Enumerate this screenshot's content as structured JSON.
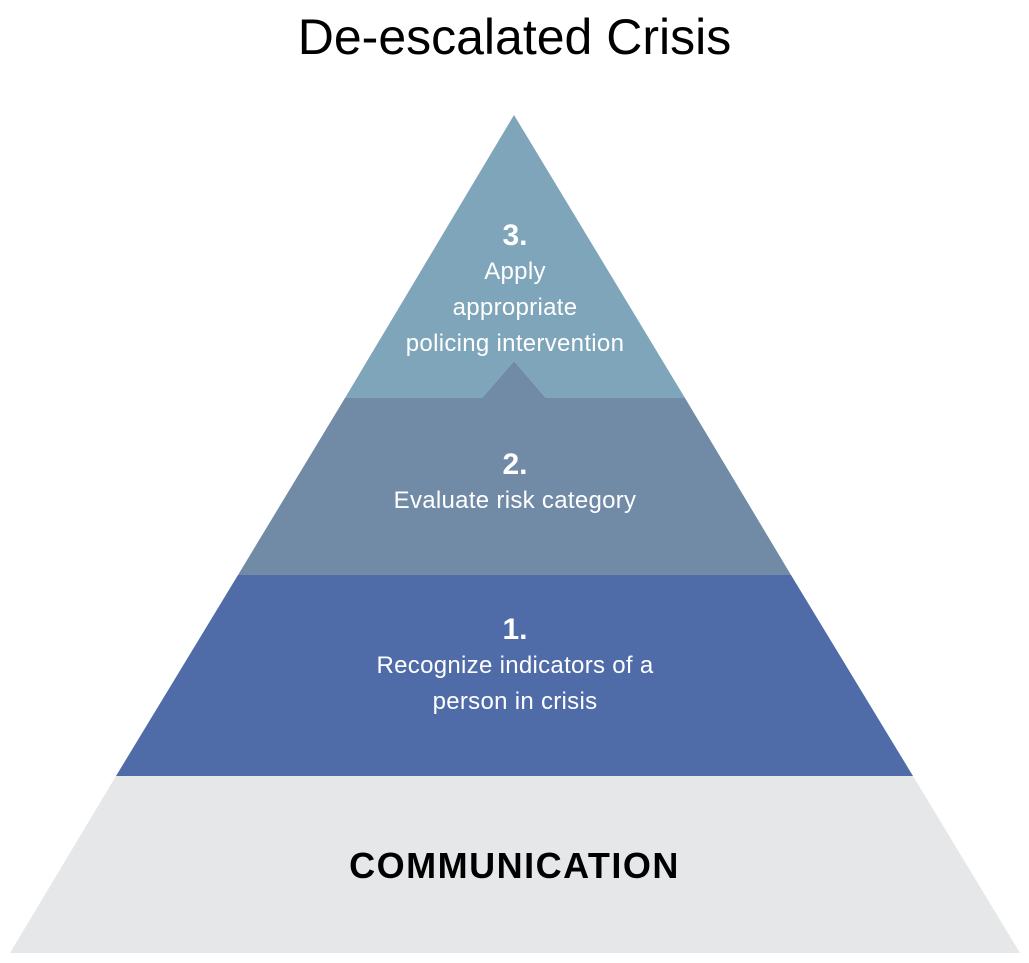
{
  "title": "De-escalated Crisis",
  "colors": {
    "tier3": "#7fa5ba",
    "tier2": "#718aa6",
    "tier1": "#4f6ca8",
    "base": "#e6e7e8",
    "title_text": "#000000",
    "tier_text": "#ffffff"
  },
  "tiers": [
    {
      "number": "3.",
      "lines": [
        "Apply",
        "appropriate",
        "policing intervention"
      ]
    },
    {
      "number": "2.",
      "lines": [
        "Evaluate risk category"
      ]
    },
    {
      "number": "1.",
      "lines": [
        "Recognize indicators of a",
        "person in crisis"
      ]
    }
  ],
  "base": {
    "label": "COMMUNICATION"
  }
}
